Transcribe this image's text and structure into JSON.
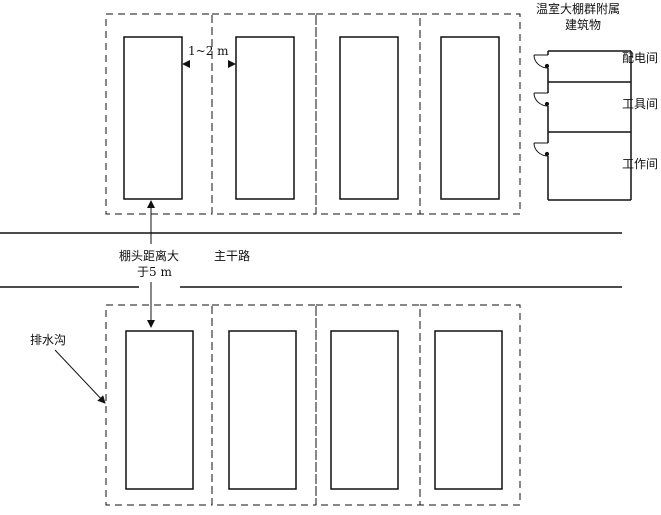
{
  "labels": {
    "annex_title_line1": "温室大棚群附属",
    "annex_title_line2": "建筑物",
    "room_power": "配电间",
    "room_tools": "工具间",
    "room_work": "工作间",
    "gap_spacing": "1~2 m",
    "head_distance_line1": "棚头距离大",
    "head_distance_line2": "于5 m",
    "main_road": "主干路",
    "drainage_ditch": "排水沟"
  },
  "colors": {
    "line": "#111111",
    "background": "#ffffff"
  }
}
